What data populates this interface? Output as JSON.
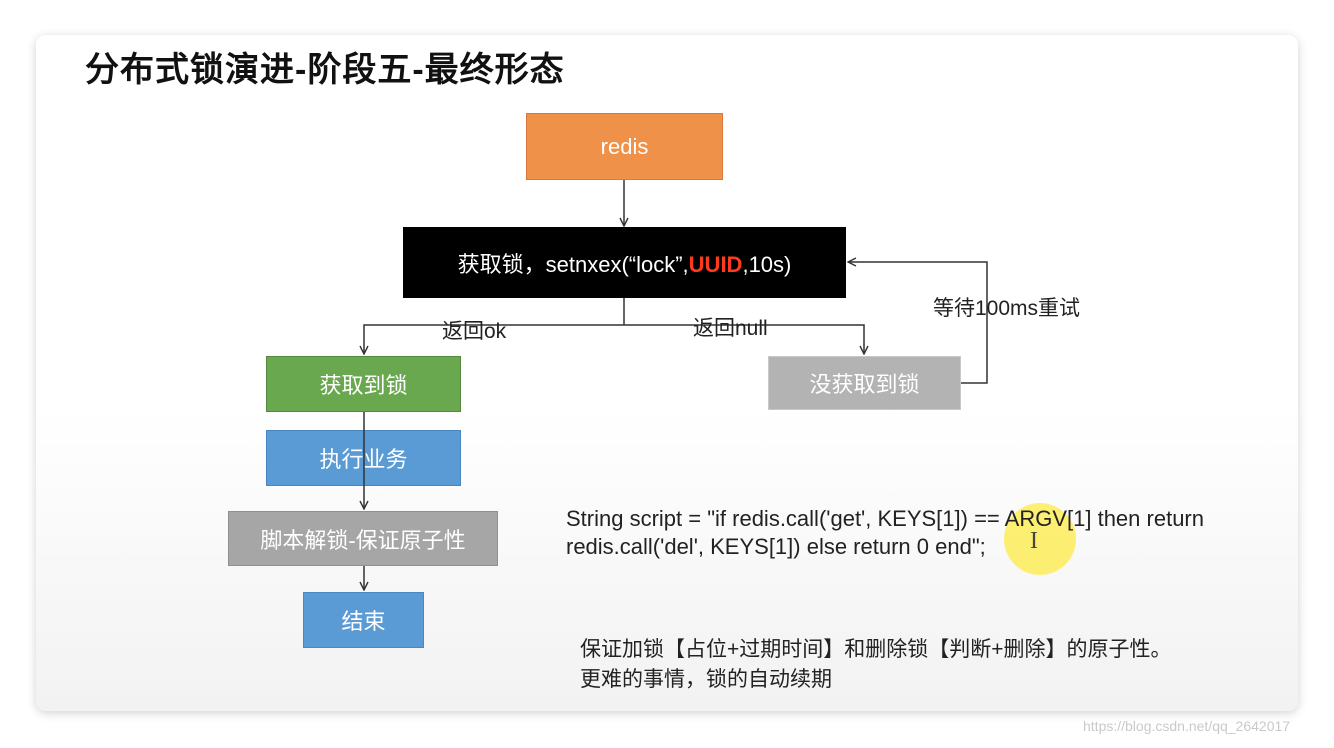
{
  "title": "分布式锁演进-阶段五-最终形态",
  "boxes": {
    "redis": "redis",
    "acquire_prefix": "获取锁，setnxex(“lock”,",
    "acquire_uuid": "UUID",
    "acquire_suffix": ",10s)",
    "got_lock": "获取到锁",
    "no_lock": "没获取到锁",
    "business": "执行业务",
    "unlock": "脚本解锁-保证原子性",
    "end": "结束"
  },
  "labels": {
    "return_ok": "返回ok",
    "return_null": "返回null",
    "retry": "等待100ms重试"
  },
  "code": {
    "line1": "String script = \"if redis.call('get', KEYS[1]) == ARGV[1] then return",
    "line2": "redis.call('del', KEYS[1]) else return 0 end\";"
  },
  "notes": {
    "line1": "保证加锁【占位+过期时间】和删除锁【判断+删除】的原子性。",
    "line2": "更难的事情，锁的自动续期"
  },
  "watermark": "https://blog.csdn.net/qq_2642017",
  "colors": {
    "redis_box": "#f0914a",
    "acquire_box": "#000000",
    "uuid_text": "#ff3b1f",
    "got_lock_box": "#6aa84f",
    "no_lock_box": "#b3b3b3",
    "business_box": "#5b9bd5",
    "unlock_box": "#a6a6a6",
    "end_box": "#5b9bd5",
    "cursor_highlight": "#ffe600"
  }
}
